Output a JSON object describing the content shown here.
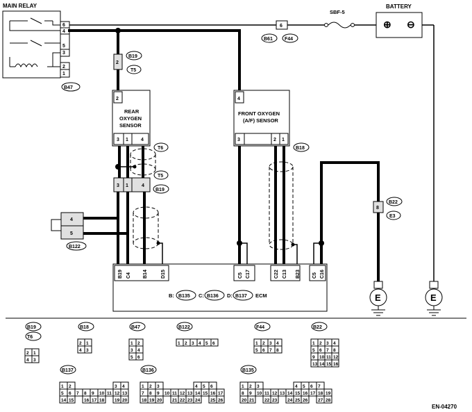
{
  "main_relay": {
    "title": "MAIN RELAY",
    "pins": [
      "6",
      "4",
      "5",
      "3",
      "2",
      "1"
    ],
    "connector": "B47"
  },
  "battery": {
    "title": "BATTERY",
    "plus": "⊕",
    "minus": "⊖"
  },
  "fuse": {
    "label": "SBF-5",
    "pin": "6",
    "connectors": [
      "B61",
      "F44"
    ]
  },
  "rear_sensor": {
    "title_lines": [
      "REAR",
      "OXYGEN",
      "SENSOR"
    ],
    "top_pin": "2",
    "bottom_pins": [
      "3",
      "1",
      "4"
    ]
  },
  "front_sensor": {
    "title_lines": [
      "FRONT OXYGEN",
      "(A/F) SENSOR"
    ],
    "top_pin": "4",
    "bottom_pins": [
      "3",
      "2",
      "1"
    ]
  },
  "rear_joint_top": {
    "pin": "2",
    "connectors": [
      "B19",
      "T5"
    ]
  },
  "rear_joint_bottom": {
    "pins": [
      "3",
      "1",
      "4"
    ],
    "connectors": [
      "T6",
      "T5",
      "B19"
    ]
  },
  "front_connector_label": "B18",
  "left_connector": {
    "pins": [
      "4",
      "5"
    ],
    "label": "B122"
  },
  "right_joint": {
    "pin": "8",
    "connectors": [
      "B22",
      "E3"
    ]
  },
  "ecm": {
    "title_prefix": "B:",
    "b_conn": "B135",
    "c_prefix": "C:",
    "c_conn": "B136",
    "d_prefix": "D:",
    "d_conn": "B137",
    "title_suffix": "ECM",
    "pins": [
      "B19",
      "C4",
      "B14",
      "D15",
      "C5",
      "C17",
      "C22",
      "C13",
      "B23",
      "C5",
      "C16"
    ]
  },
  "ground_label": "E",
  "legend": {
    "b19": {
      "labels": [
        "B19",
        "T6"
      ],
      "rows": [
        [
          "2",
          "1"
        ],
        [
          "4",
          "3"
        ]
      ]
    },
    "b18": {
      "label": "B18",
      "rows": [
        [
          "2",
          "1"
        ],
        [
          "4",
          "3"
        ]
      ]
    },
    "b47": {
      "label": "B47",
      "rows": [
        [
          "1",
          "2"
        ],
        [
          "3",
          "4"
        ],
        [
          "5",
          "6"
        ]
      ]
    },
    "b122": {
      "label": "B122",
      "rows": [
        [
          "1",
          "2",
          "3",
          "4",
          "5",
          "6"
        ]
      ]
    },
    "f44": {
      "label": "F44",
      "rows": [
        [
          "1",
          "2",
          "3",
          "4"
        ],
        [
          "5",
          "6",
          "7",
          "8"
        ]
      ]
    },
    "b22": {
      "label": "B22",
      "rows": [
        [
          "1",
          "2",
          "3",
          "4"
        ],
        [
          "5",
          "6",
          "7",
          "8"
        ],
        [
          "9",
          "10",
          "11",
          "12"
        ],
        [
          "13",
          "14",
          "15",
          "16"
        ]
      ]
    },
    "b137": {
      "label": "B137",
      "rows": [
        [
          "1",
          "2",
          "",
          "",
          "",
          "",
          "",
          "3",
          "4"
        ],
        [
          "5",
          "6",
          "7",
          "8",
          "9",
          "10",
          "11",
          "12",
          "13"
        ],
        [
          "14",
          "15",
          "",
          "16",
          "17",
          "18",
          "",
          "19",
          "20"
        ]
      ]
    },
    "b136": {
      "label": "B136",
      "rows": [
        [
          "1",
          "2",
          "3",
          "",
          "",
          "",
          "",
          "4",
          "5",
          "6"
        ],
        [
          "7",
          "8",
          "9",
          "10",
          "11",
          "12",
          "13",
          "14",
          "15",
          "16",
          "17"
        ],
        [
          "18",
          "19",
          "20",
          "",
          "21",
          "22",
          "23",
          "24",
          "",
          "25",
          "26"
        ]
      ]
    },
    "b135": {
      "label": "B135",
      "rows": [
        [
          "1",
          "2",
          "3",
          "",
          "",
          "",
          "",
          "4",
          "5",
          "6",
          "7"
        ],
        [
          "8",
          "9",
          "10",
          "11",
          "12",
          "13",
          "14",
          "15",
          "16",
          "17",
          "18",
          "19"
        ],
        [
          "20",
          "21",
          "",
          "22",
          "23",
          "",
          "24",
          "25",
          "26",
          "",
          "27",
          "28"
        ]
      ]
    }
  },
  "footer_code": "EN-04270"
}
